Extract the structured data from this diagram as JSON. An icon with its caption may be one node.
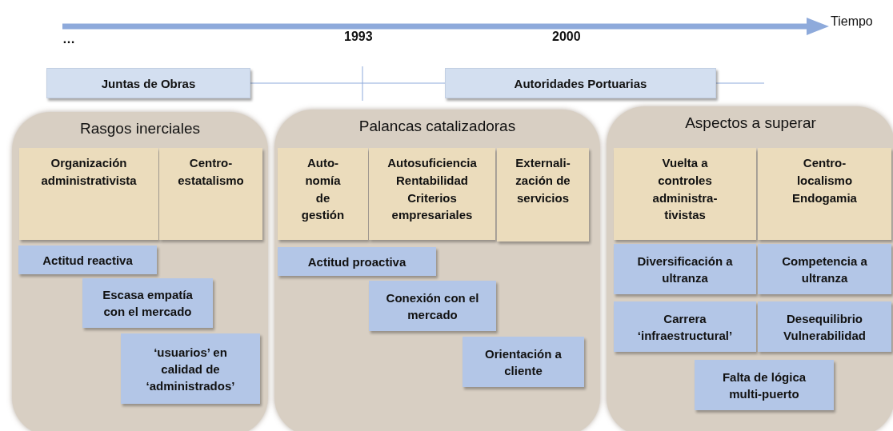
{
  "diagram": {
    "nodes": [
      {
        "text": [
          "Juntas de Obras"
        ]
      },
      {
        "text": [
          "Autoridades Portuarias"
        ]
      },
      {
        "text": [
          "Rasgos inerciales"
        ]
      },
      {
        "text": [
          "Organización administrativista"
        ],
        "in": 2
      },
      {
        "text": [
          "Centro- estatalismo"
        ],
        "in": 2
      },
      {
        "text": [
          "Actitud reactiva"
        ],
        "in": 2
      },
      {
        "text": [
          "Escasa empatía con el mercado"
        ],
        "in": 2
      },
      {
        "text": [
          "‘usuarios’ en calidad de ‘administrados’"
        ],
        "in": 2
      },
      {
        "text": [
          "Palancas catalizadoras"
        ]
      },
      {
        "text": [
          "Auto- nomía de gestión"
        ],
        "in": 8
      },
      {
        "text": [
          "Autosuficiencia Rentabilidad Criterios empresariales"
        ],
        "in": 8
      },
      {
        "text": [
          "Externali- zación de servicios"
        ],
        "in": 8
      },
      {
        "text": [
          "Actitud proactiva"
        ],
        "in": 8
      },
      {
        "text": [
          "Conexión con el mercado"
        ],
        "in": 8
      },
      {
        "text": [
          "Orientación a cliente"
        ],
        "in": 8
      },
      {
        "text": [
          "Aspectos a superar"
        ]
      },
      {
        "text": [
          "Vuelta a controles administra- tivistas"
        ],
        "in": 15
      },
      {
        "text": [
          "Centro- localismo Endogamia"
        ],
        "in": 15
      },
      {
        "text": [
          "Diversificación a ultranza"
        ],
        "in": 15
      },
      {
        "text": [
          "Competencia a ultranza"
        ],
        "in": 15
      },
      {
        "text": [
          "Carrera ‘infraestructural’"
        ],
        "in": 15
      },
      {
        "text": [
          "Desequilibrio Vulnerabilidad"
        ],
        "in": 15
      },
      {
        "text": [
          "Falta de lógica multi-puerto"
        ],
        "in": 15
      }
    ],
    "edges": [
      {
        "from": 0,
        "to": 1,
        "arrow": "none"
      }
    ],
    "labels": [
      "Tiempo",
      "…",
      "1993",
      "2000"
    ]
  }
}
